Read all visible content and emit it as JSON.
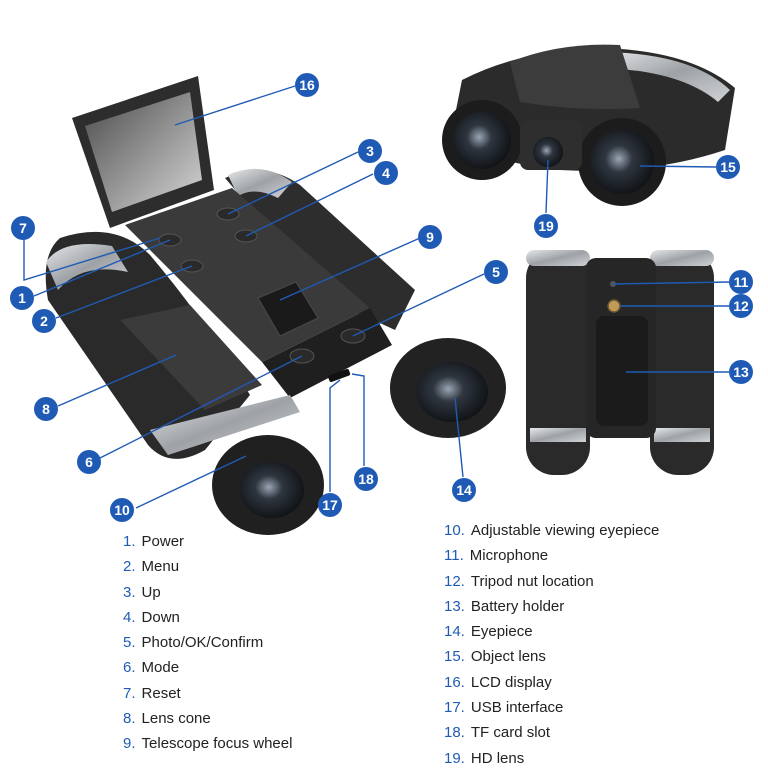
{
  "colors": {
    "marker": "#1f5bb5",
    "leader": "#1f5bb5",
    "body_dark": "#262626",
    "body_mid": "#3a3a3a",
    "silver": "#b9bcc0"
  },
  "parts": [
    {
      "num": "1.",
      "badge": "1",
      "label": "Power"
    },
    {
      "num": "2.",
      "badge": "2",
      "label": "Menu"
    },
    {
      "num": "3.",
      "badge": "3",
      "label": "Up"
    },
    {
      "num": "4.",
      "badge": "4",
      "label": "Down"
    },
    {
      "num": "5.",
      "badge": "5",
      "label": "Photo/OK/Confirm"
    },
    {
      "num": "6.",
      "badge": "6",
      "label": "Mode"
    },
    {
      "num": "7.",
      "badge": "7",
      "label": "Reset"
    },
    {
      "num": "8.",
      "badge": "8",
      "label": "Lens cone"
    },
    {
      "num": "9.",
      "badge": "9",
      "label": "Telescope focus wheel"
    },
    {
      "num": "10.",
      "badge": "10",
      "label": "Adjustable viewing eyepiece"
    },
    {
      "num": "11.",
      "badge": "11",
      "label": "Microphone"
    },
    {
      "num": "12.",
      "badge": "12",
      "label": "Tripod nut location"
    },
    {
      "num": "13.",
      "badge": "13",
      "label": "Battery holder"
    },
    {
      "num": "14.",
      "badge": "14",
      "label": "Eyepiece"
    },
    {
      "num": "15.",
      "badge": "15",
      "label": "Object lens"
    },
    {
      "num": "16.",
      "badge": "16",
      "label": "LCD display"
    },
    {
      "num": "17.",
      "badge": "17",
      "label": "USB interface"
    },
    {
      "num": "18.",
      "badge": "18",
      "label": "TF card slot"
    },
    {
      "num": "19.",
      "badge": "19",
      "label": "HD lens"
    }
  ]
}
